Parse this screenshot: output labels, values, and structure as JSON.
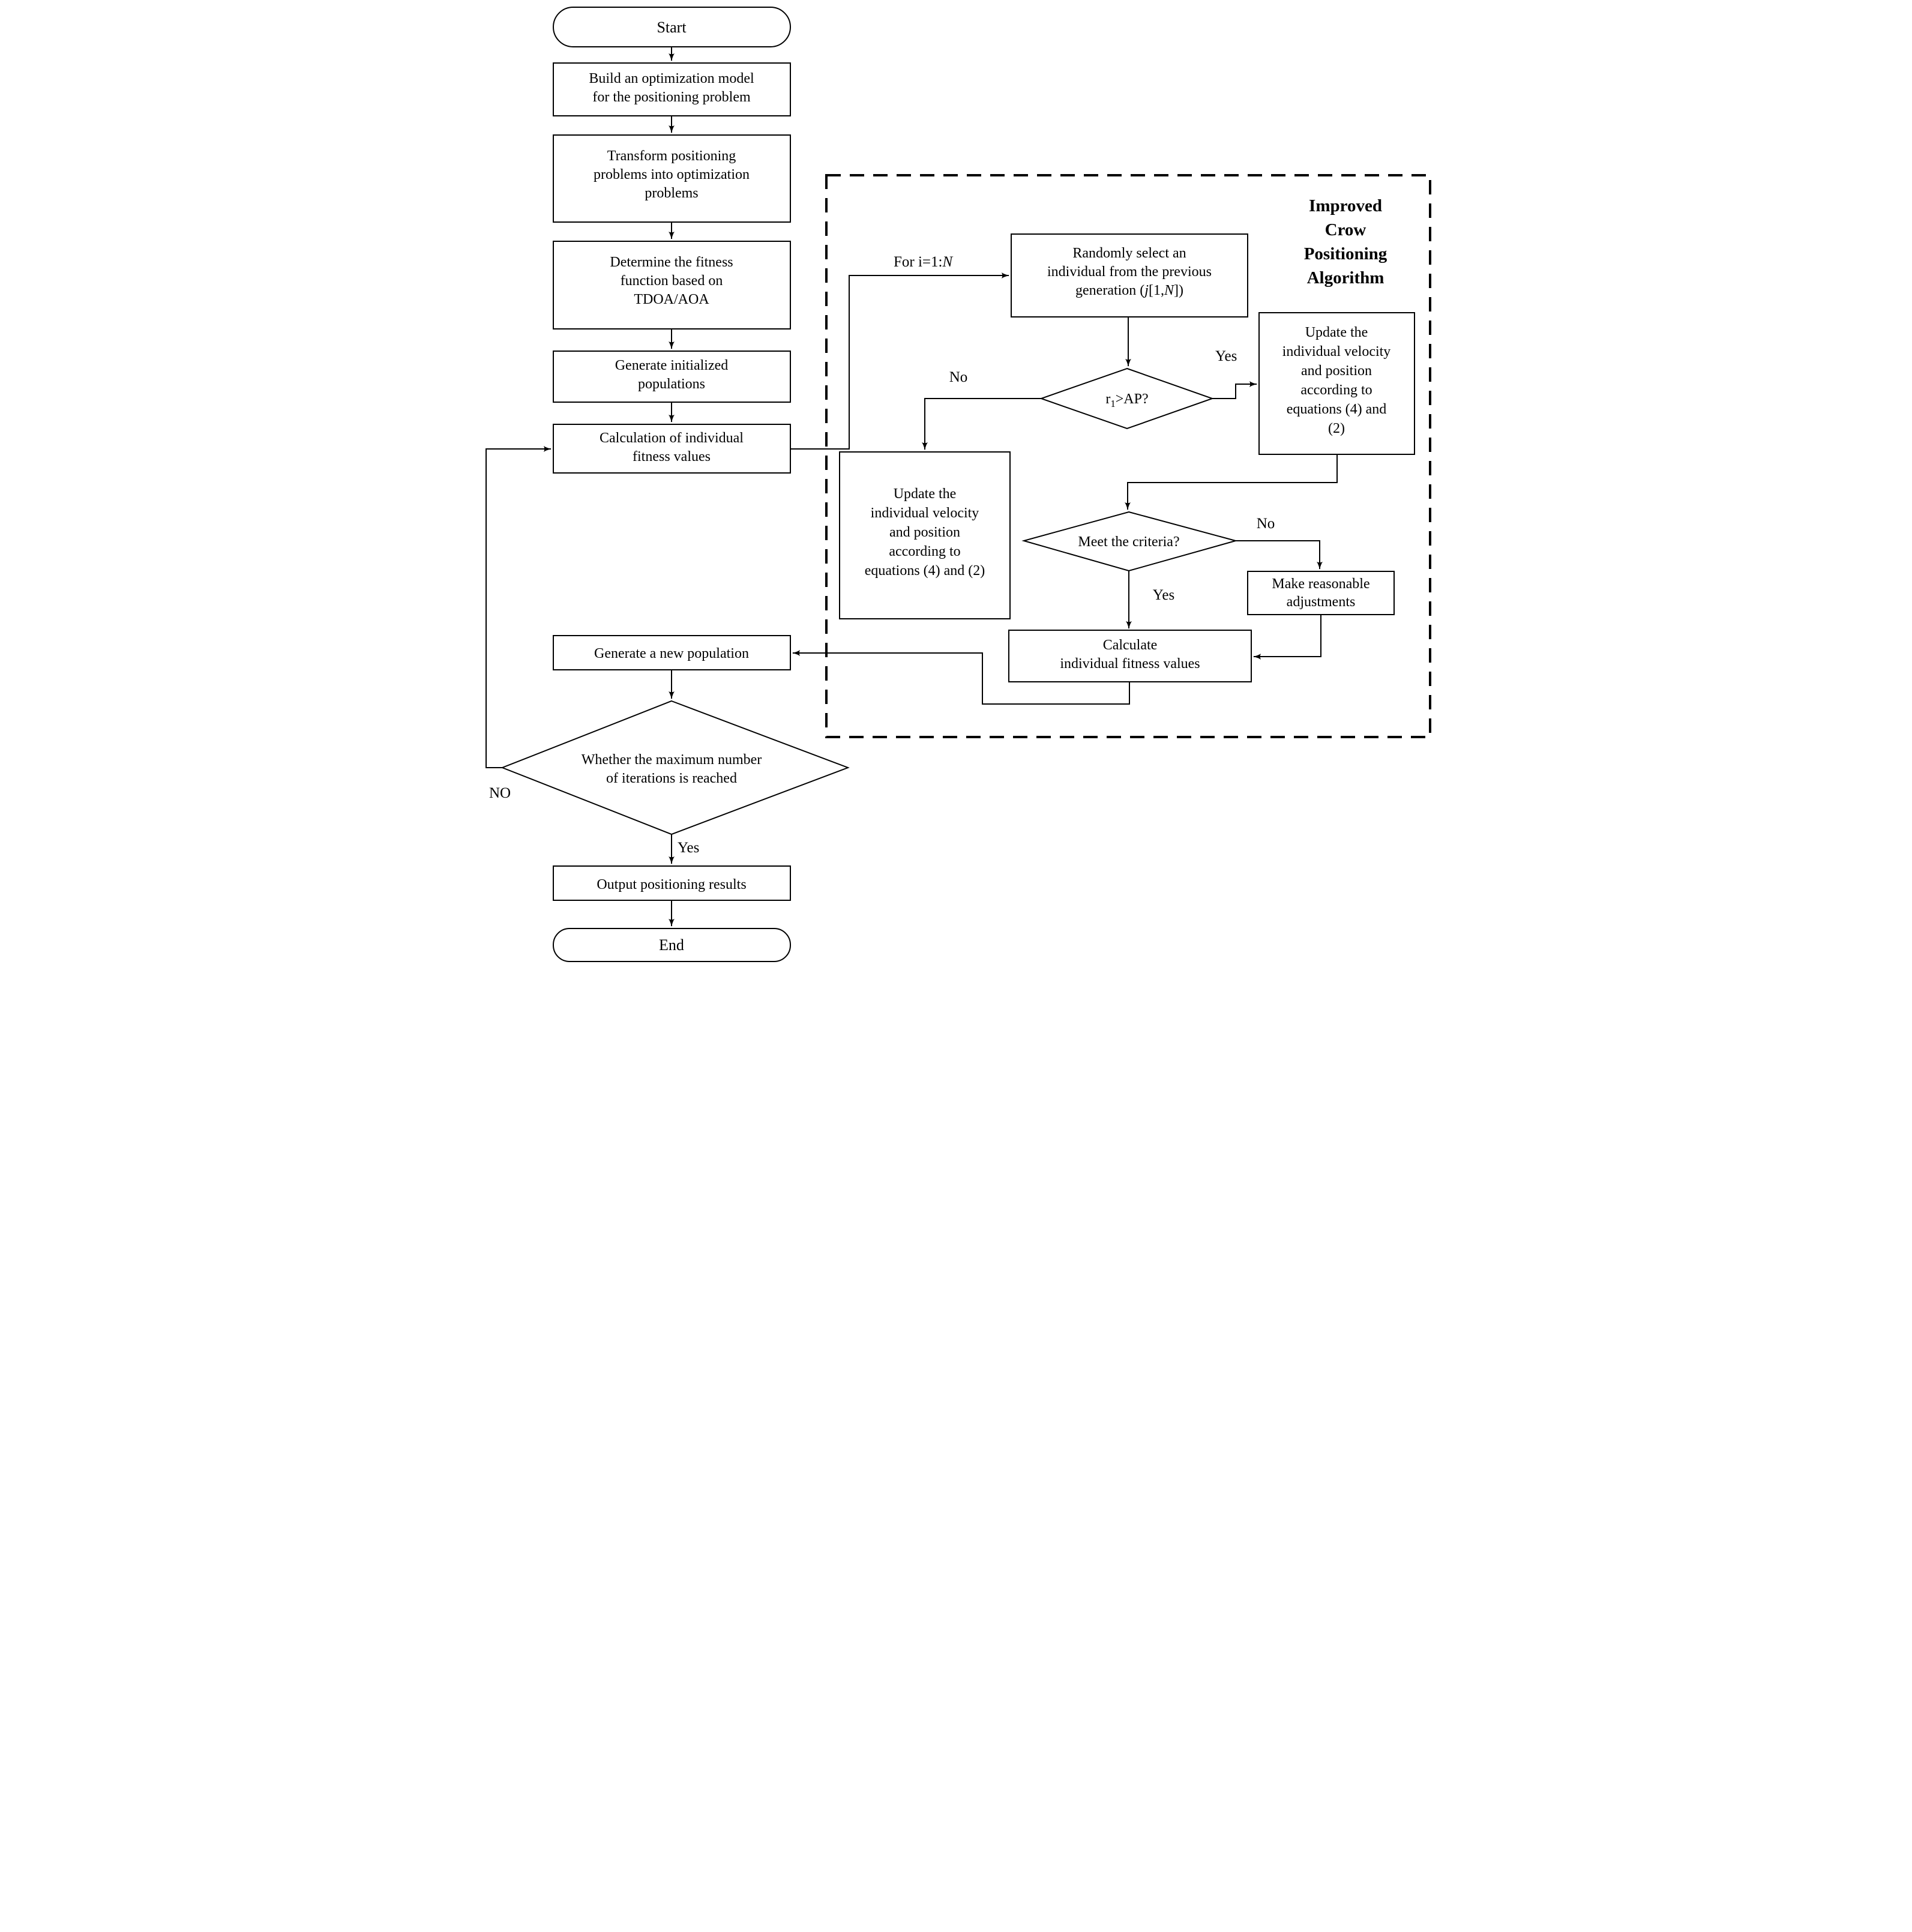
{
  "figure": {
    "type": "flowchart",
    "background": "#ffffff",
    "stroke_color": "#000000"
  },
  "nodes": {
    "start": {
      "label": "Start"
    },
    "build": {
      "lines": [
        "Build an optimization model",
        "for the positioning problem"
      ]
    },
    "transform": {
      "lines": [
        "Transform positioning",
        "problems  into optimization",
        "problems"
      ]
    },
    "determine": {
      "lines": [
        "Determine the fitness",
        "function based on",
        "TDOA/AOA"
      ]
    },
    "gen_init": {
      "lines": [
        "Generate initialized",
        "populations"
      ]
    },
    "calc_fitness": {
      "lines": [
        "Calculation of individual",
        "fitness values"
      ]
    },
    "gen_new_pop": {
      "label": "Generate a new population"
    },
    "iter_diamond": {
      "lines": [
        "Whether the maximum number",
        "of iterations is reached"
      ]
    },
    "output": {
      "label": "Output positioning results"
    },
    "end": {
      "label": "End"
    },
    "random_select": {
      "lines": [
        "Randomly select an",
        "individual from the previous"
      ],
      "line3_parts": [
        {
          "t": "generation ("
        },
        {
          "t": "j",
          "italic": true
        },
        {
          "t": "[1,"
        },
        {
          "t": "N",
          "italic": true
        },
        {
          "t": "])"
        }
      ]
    },
    "r1_diamond": {
      "parts": [
        {
          "t": "r"
        },
        {
          "t": "1",
          "sub": true
        },
        {
          "t": ">AP?"
        }
      ]
    },
    "update_right": {
      "lines": [
        "Update the",
        "individual velocity",
        "and position",
        "according to",
        "equations (4) and",
        "(2)"
      ]
    },
    "update_left": {
      "lines": [
        "Update the",
        "individual velocity",
        "and position",
        "according to",
        "equations (4) and (2)"
      ]
    },
    "meet_criteria": {
      "label": "Meet the criteria?"
    },
    "make_adjustments": {
      "lines": [
        "Make reasonable",
        "adjustments"
      ]
    },
    "calc_individual": {
      "lines": [
        "Calculate",
        "individual fitness values"
      ]
    },
    "algorithm_title": {
      "lines": [
        "Improved",
        "Crow",
        "Positioning",
        "Algorithm"
      ]
    }
  },
  "labels": {
    "for_prefix": "For i=1:",
    "for_n": "N",
    "yes_r1": "Yes",
    "no_r1": "No",
    "no_criteria": "No",
    "yes_criteria": "Yes",
    "no_iter": "NO",
    "yes_iter": "Yes"
  }
}
